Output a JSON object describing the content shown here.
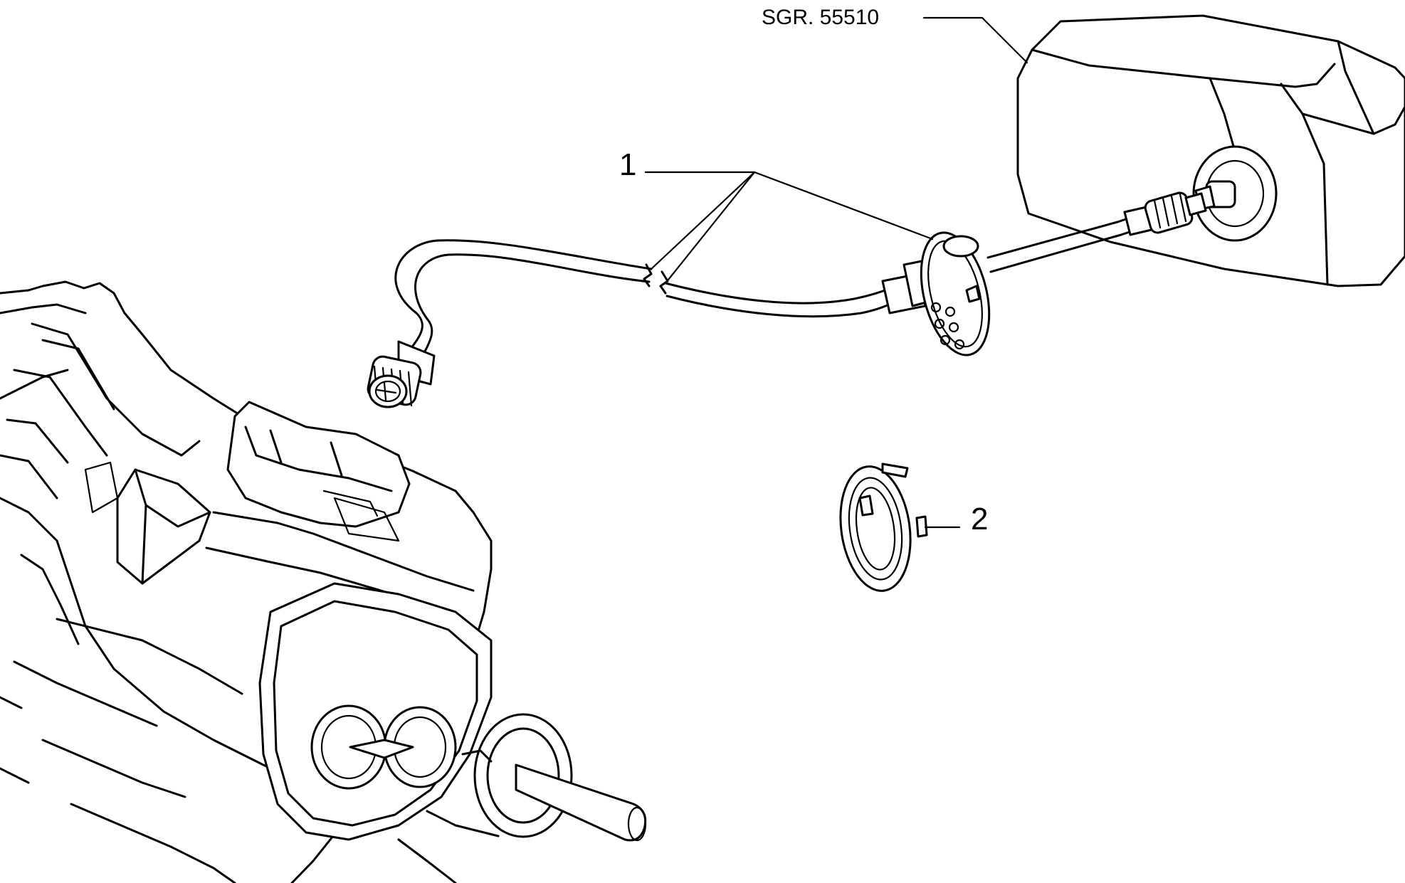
{
  "references": {
    "group_ref": "SGR. 55510",
    "callout_1": "1",
    "callout_2": "2"
  },
  "colors": {
    "line": "#000000",
    "background": "#ffffff"
  }
}
